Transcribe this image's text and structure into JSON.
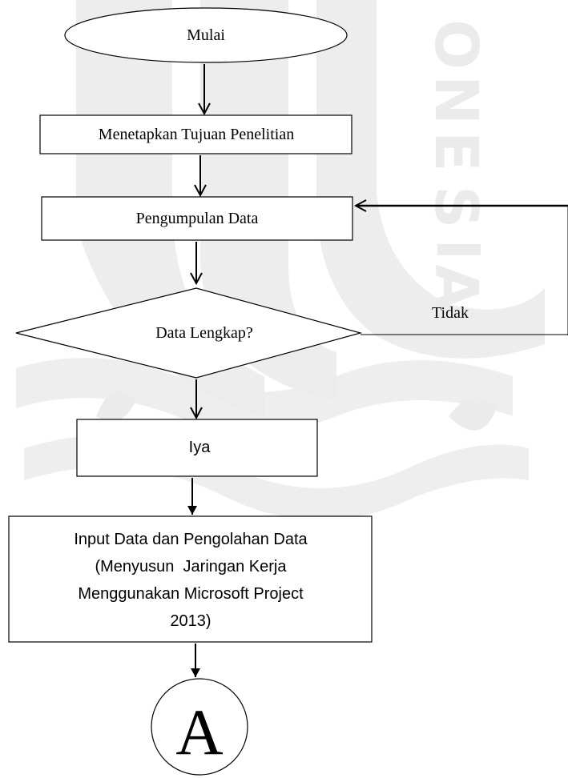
{
  "watermark": {
    "letters": [
      "O",
      "N",
      "E",
      "S",
      "I",
      "A"
    ],
    "color": "#e9e9e9"
  },
  "flowchart": {
    "start_label": "Mulai",
    "step1_label": "Menetapkan Tujuan Penelitian",
    "step2_label": "Pengumpulan Data",
    "decision_label": "Data Lengkap?",
    "no_label": "Tidak",
    "yes_label": "Iya",
    "process_lines": [
      "Input Data dan Pengolahan Data",
      "(Menyusun  Jaringan Kerja",
      "Menggunakan Microsoft Project",
      "2013)"
    ],
    "connector_label": "A"
  }
}
